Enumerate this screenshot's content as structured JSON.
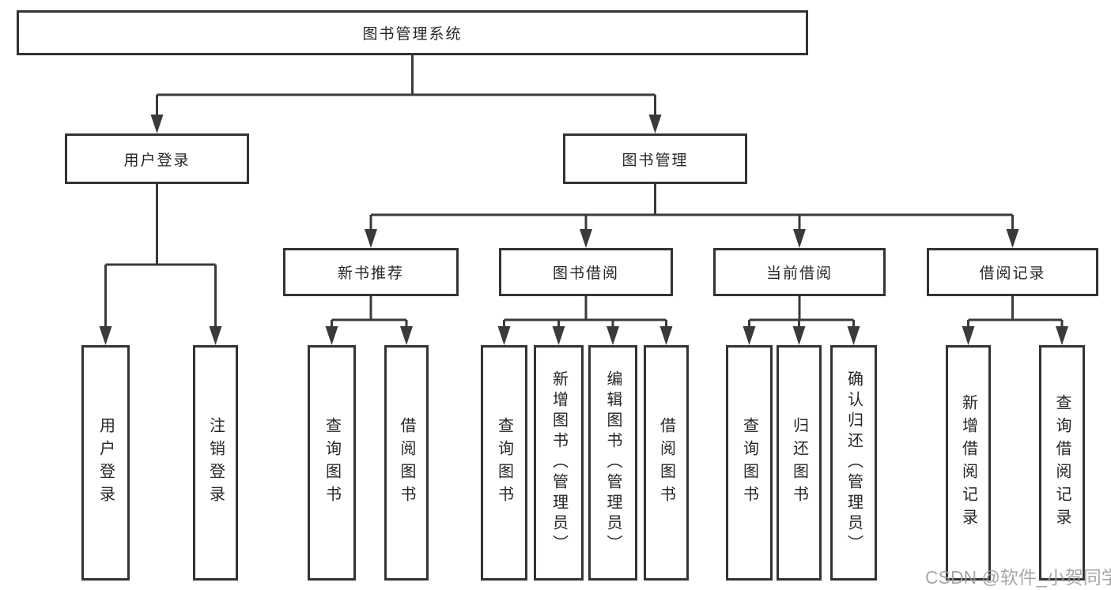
{
  "diagram": {
    "root": {
      "label": "图书管理系统"
    },
    "level2": [
      {
        "id": "user-login",
        "label": "用户登录",
        "parent": "图书管理系统"
      },
      {
        "id": "book-management",
        "label": "图书管理",
        "parent": "图书管理系统"
      }
    ],
    "level3": [
      {
        "id": "new-book-recommend",
        "label": "新书推荐",
        "parent": "图书管理"
      },
      {
        "id": "book-borrowing",
        "label": "图书借阅",
        "parent": "图书管理"
      },
      {
        "id": "current-borrowing",
        "label": "当前借阅",
        "parent": "图书管理"
      },
      {
        "id": "borrowing-records",
        "label": "借阅记录",
        "parent": "图书管理"
      }
    ],
    "leaves": [
      {
        "label": "用户登录",
        "parent": "用户登录"
      },
      {
        "label": "注销登录",
        "parent": "用户登录"
      },
      {
        "label": "查询图书",
        "parent": "新书推荐"
      },
      {
        "label": "借阅图书",
        "parent": "新书推荐"
      },
      {
        "label": "查询图书",
        "parent": "图书借阅"
      },
      {
        "label": "新增图书（管理员）",
        "parent": "图书借阅"
      },
      {
        "label": "编辑图书（管理员）",
        "parent": "图书借阅"
      },
      {
        "label": "借阅图书",
        "parent": "图书借阅"
      },
      {
        "label": "查询图书",
        "parent": "当前借阅"
      },
      {
        "label": "归还图书",
        "parent": "当前借阅"
      },
      {
        "label": "确认归还（管理员）",
        "parent": "当前借阅"
      },
      {
        "label": "新增借阅记录",
        "parent": "借阅记录"
      },
      {
        "label": "查询借阅记录",
        "parent": "借阅记录"
      }
    ]
  },
  "watermark": {
    "text": "CSDN @软件_小贺同学"
  },
  "colors": {
    "line": "#3a3a3a",
    "box_border": "#333333",
    "text": "#262626",
    "watermark": "#9c9c9c",
    "background": "#ffffff"
  }
}
